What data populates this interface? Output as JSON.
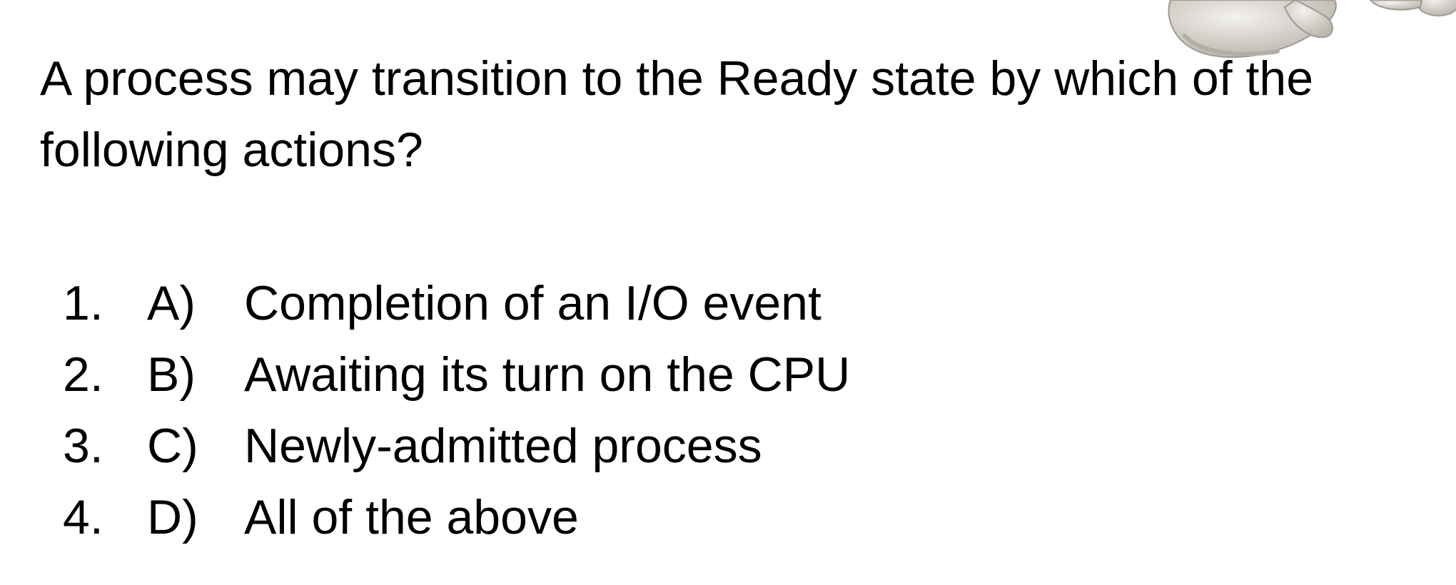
{
  "question": {
    "text": "A process may transition to the Ready state by which of the following actions?"
  },
  "options": [
    {
      "number": "1.",
      "letter": "A)",
      "text": "Completion of an I/O event"
    },
    {
      "number": "2.",
      "letter": "B)",
      "text": "Awaiting its turn on the CPU"
    },
    {
      "number": "3.",
      "letter": "C)",
      "text": "Newly-admitted process"
    },
    {
      "number": "4.",
      "letter": "D)",
      "text": "All of the above"
    }
  ],
  "clipart": {
    "icon": "stick-figure-clipart-icon",
    "color": "#d9d6cf"
  }
}
